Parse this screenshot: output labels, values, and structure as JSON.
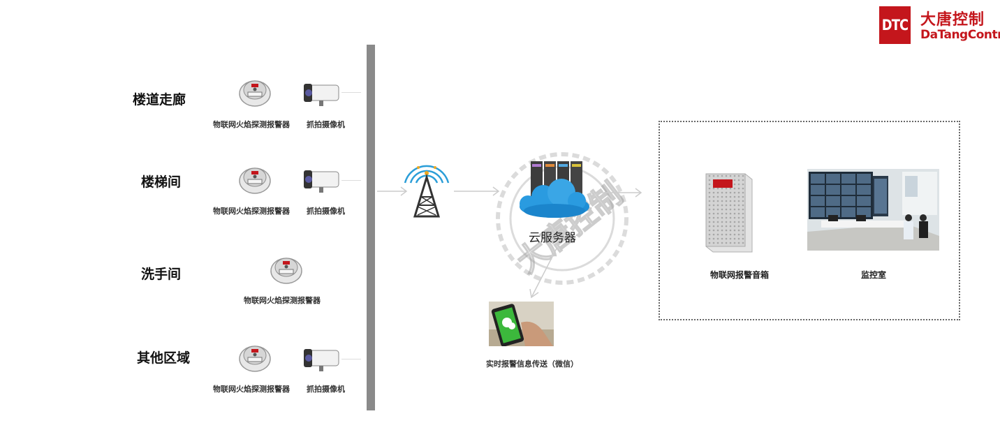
{
  "logo": {
    "mark": "DTC",
    "name_cn": "大唐控制",
    "name_en": "DaTangControl"
  },
  "watermark": "大唐控制",
  "zones": [
    {
      "label": "楼道走廊",
      "detector": "物联网火焰探测报警器",
      "camera": "抓拍摄像机"
    },
    {
      "label": "楼梯间",
      "detector": "物联网火焰探测报警器",
      "camera": "抓拍摄像机"
    },
    {
      "label": "洗手间",
      "detector": "物联网火焰探测报警器"
    },
    {
      "label": "其他区域",
      "detector": "物联网火焰探测报警器",
      "camera": "抓拍摄像机"
    }
  ],
  "cloud": {
    "label": "云服务器"
  },
  "phone": {
    "caption": "实时报警信息传送（微信）"
  },
  "monitoring": {
    "speaker": "物联网报警音箱",
    "room": "监控室"
  },
  "colors": {
    "brand": "#c4161c",
    "divider": "#8a8a8a",
    "arrow": "#cccccc",
    "cloud": "#1e8fd6",
    "wechat": "#3cb83c"
  }
}
